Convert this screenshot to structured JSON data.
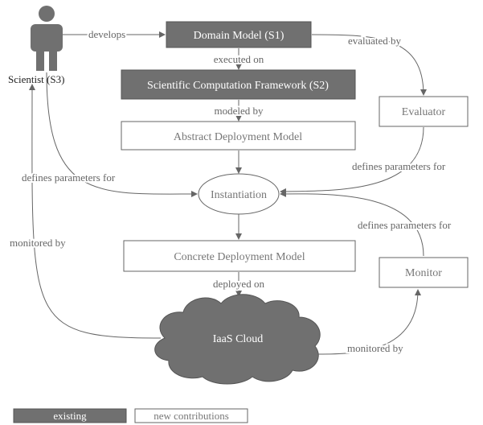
{
  "nodes": {
    "scientist": "Scientist (S3)",
    "domain_model": "Domain Model (S1)",
    "framework": "Scientific Computation Framework (S2)",
    "abstract_model": "Abstract Deployment Model",
    "instantiation": "Instantiation",
    "concrete_model": "Concrete Deployment Model",
    "iaas_cloud": "IaaS Cloud",
    "evaluator": "Evaluator",
    "monitor": "Monitor"
  },
  "edges": {
    "develops": "develops",
    "executed_on": "executed on",
    "modeled_by": "modeled by",
    "evaluated_by": "evaluated by",
    "defines_params_scientist": "defines parameters for",
    "defines_params_evaluator": "defines parameters for",
    "defines_params_monitor": "defines parameters for",
    "monitored_by_scientist": "monitored by",
    "deployed_on": "deployed on",
    "monitored_by_cloud": "monitored by"
  },
  "legend": {
    "existing": "existing",
    "new_contributions": "new contributions"
  },
  "colors": {
    "existing_fill": "#707070",
    "new_border": "#666666",
    "edge": "#666666"
  }
}
